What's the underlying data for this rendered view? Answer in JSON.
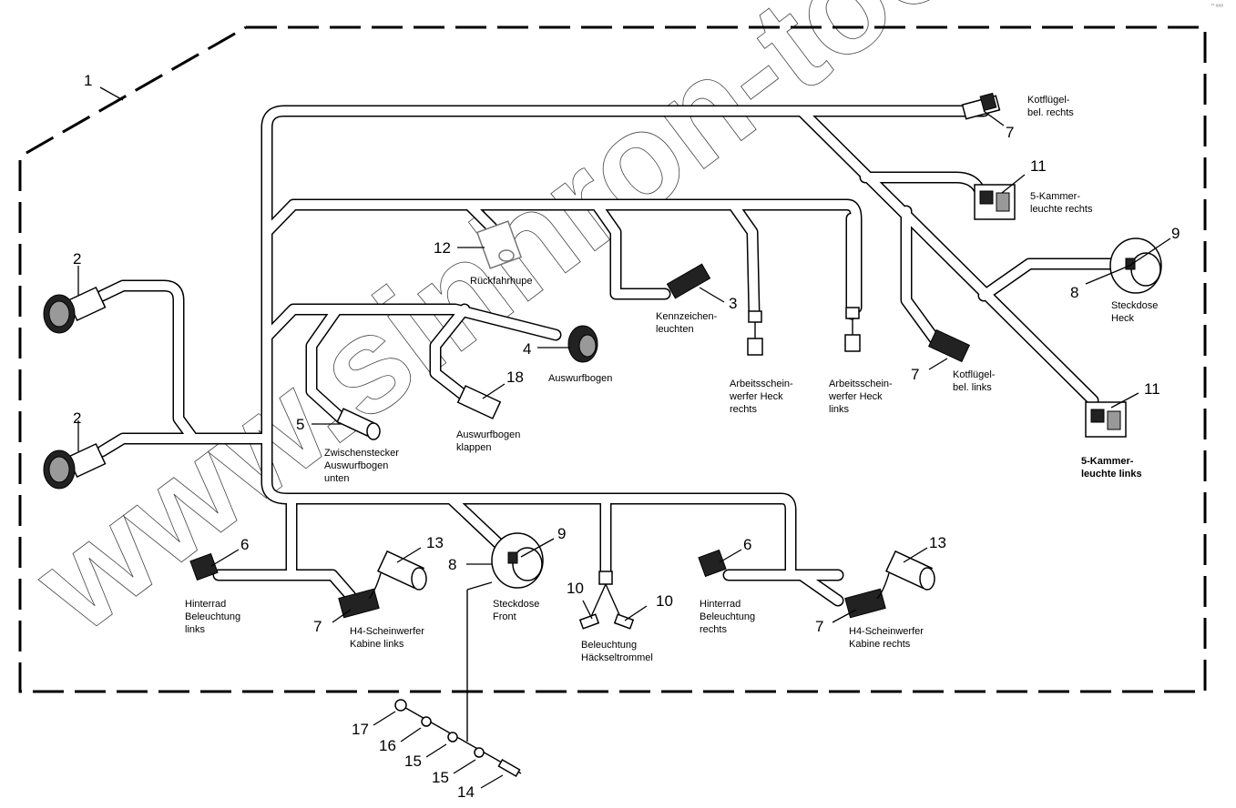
{
  "figure": {
    "type": "wiring-harness-parts-diagram",
    "watermark": "www.sinhron-too.kz",
    "corner_mark": "** ###"
  },
  "callouts": [
    {
      "id": "c1",
      "number": "1",
      "label": ""
    },
    {
      "id": "c2a",
      "number": "2",
      "label": ""
    },
    {
      "id": "c2b",
      "number": "2",
      "label": ""
    },
    {
      "id": "c3",
      "number": "3",
      "label": "Kennzeichen-\nleuchten"
    },
    {
      "id": "c4",
      "number": "4",
      "label": "Auswurfbogen"
    },
    {
      "id": "c5",
      "number": "5",
      "label": "Zwischenstecker\nAuswurfbogen\nunten"
    },
    {
      "id": "c6a",
      "number": "6",
      "label": "Hinterrad\nBeleuchtung\nlinks"
    },
    {
      "id": "c6b",
      "number": "6",
      "label": "Hinterrad\nBeleuchtung\nrechts"
    },
    {
      "id": "c7a",
      "number": "7",
      "label": "Kotflügel-\nbel. rechts"
    },
    {
      "id": "c7b",
      "number": "7",
      "label": "Kotflügel-\nbel. links"
    },
    {
      "id": "c7c",
      "number": "7",
      "label": "H4-Scheinwerfer\nKabine links"
    },
    {
      "id": "c7d",
      "number": "7",
      "label": "H4-Scheinwerfer\nKabine rechts"
    },
    {
      "id": "c8a",
      "number": "8",
      "label": "Steckdose\nHeck"
    },
    {
      "id": "c8b",
      "number": "8",
      "label": "Steckdose\nFront"
    },
    {
      "id": "c9a",
      "number": "9",
      "label": ""
    },
    {
      "id": "c9b",
      "number": "9",
      "label": ""
    },
    {
      "id": "c10a",
      "number": "10",
      "label": "Beleuchtung\nHäckseltrommel"
    },
    {
      "id": "c10b",
      "number": "10",
      "label": ""
    },
    {
      "id": "c11a",
      "number": "11",
      "label": "5-Kammer-\nleuchte rechts"
    },
    {
      "id": "c11b",
      "number": "11",
      "label": "5-Kammer-\nleuchte links"
    },
    {
      "id": "c12",
      "number": "12",
      "label": "Rückfahrhupe"
    },
    {
      "id": "c13a",
      "number": "13",
      "label": ""
    },
    {
      "id": "c13b",
      "number": "13",
      "label": ""
    },
    {
      "id": "c14",
      "number": "14",
      "label": ""
    },
    {
      "id": "c15a",
      "number": "15",
      "label": ""
    },
    {
      "id": "c15b",
      "number": "15",
      "label": ""
    },
    {
      "id": "c16",
      "number": "16",
      "label": ""
    },
    {
      "id": "c17",
      "number": "17",
      "label": ""
    },
    {
      "id": "c18",
      "number": "18",
      "label": "Auswurfbogen\nklappen"
    }
  ],
  "labels": {
    "kotfluegel_rechts": [
      "Kotflügel-",
      "bel. rechts"
    ],
    "kammer_rechts": [
      "5-Kammer-",
      "leuchte rechts"
    ],
    "steckdose_heck": [
      "Steckdose",
      "Heck"
    ],
    "kammer_links": [
      "5-Kammer-",
      "leuchte links"
    ],
    "rueckfahrhupe": [
      "Rückfahrhupe"
    ],
    "kennzeichen": [
      "Kennzeichen-",
      "leuchten"
    ],
    "auswurfbogen": [
      "Auswurfbogen"
    ],
    "arbeits_rechts": [
      "Arbeitsschein-",
      "werfer Heck",
      "rechts"
    ],
    "arbeits_links": [
      "Arbeitsschein-",
      "werfer Heck",
      "links"
    ],
    "kotfluegel_links": [
      "Kotflügel-",
      "bel. links"
    ],
    "zwischenstecker": [
      "Zwischenstecker",
      "Auswurfbogen",
      "unten"
    ],
    "auswurf_klappen": [
      "Auswurfbogen",
      "klappen"
    ],
    "hinterrad_links": [
      "Hinterrad",
      "Beleuchtung",
      "links"
    ],
    "h4_links": [
      "H4-Scheinwerfer",
      "Kabine links"
    ],
    "steckdose_front": [
      "Steckdose",
      "Front"
    ],
    "haeckseltrommel": [
      "Beleuchtung",
      "Häckseltrommel"
    ],
    "hinterrad_rechts": [
      "Hinterrad",
      "Beleuchtung",
      "rechts"
    ],
    "h4_rechts": [
      "H4-Scheinwerfer",
      "Kabine rechts"
    ]
  },
  "numbers": {
    "n1": "1",
    "n2a": "2",
    "n2b": "2",
    "n3": "3",
    "n4": "4",
    "n5": "5",
    "n6a": "6",
    "n6b": "6",
    "n7a": "7",
    "n7b": "7",
    "n7c": "7",
    "n7d": "7",
    "n8a": "8",
    "n8b": "8",
    "n9a": "9",
    "n9b": "9",
    "n10a": "10",
    "n10b": "10",
    "n11a": "11",
    "n11b": "11",
    "n12": "12",
    "n13a": "13",
    "n13b": "13",
    "n14": "14",
    "n15a": "15",
    "n15b": "15",
    "n16": "16",
    "n17": "17",
    "n18": "18"
  }
}
